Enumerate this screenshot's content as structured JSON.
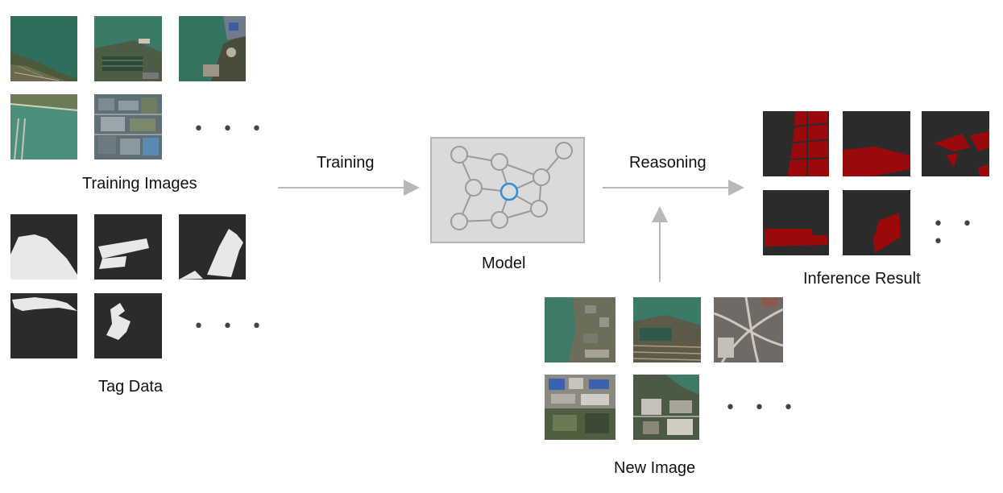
{
  "labels": {
    "training_images": "Training Images",
    "tag_data": "Tag Data",
    "training": "Training",
    "model": "Model",
    "reasoning": "Reasoning",
    "inference_result": "Inference Result",
    "new_image": "New Image"
  },
  "ellipsis": "• • •",
  "colors": {
    "arrow": "#b8b8b8",
    "mask_bg": "#2b2b2b",
    "mask_fg": "#e8e8e8",
    "result_fg": "#9b0a0a",
    "model_bg": "#dadada",
    "node_highlight": "#2d8fd5"
  }
}
